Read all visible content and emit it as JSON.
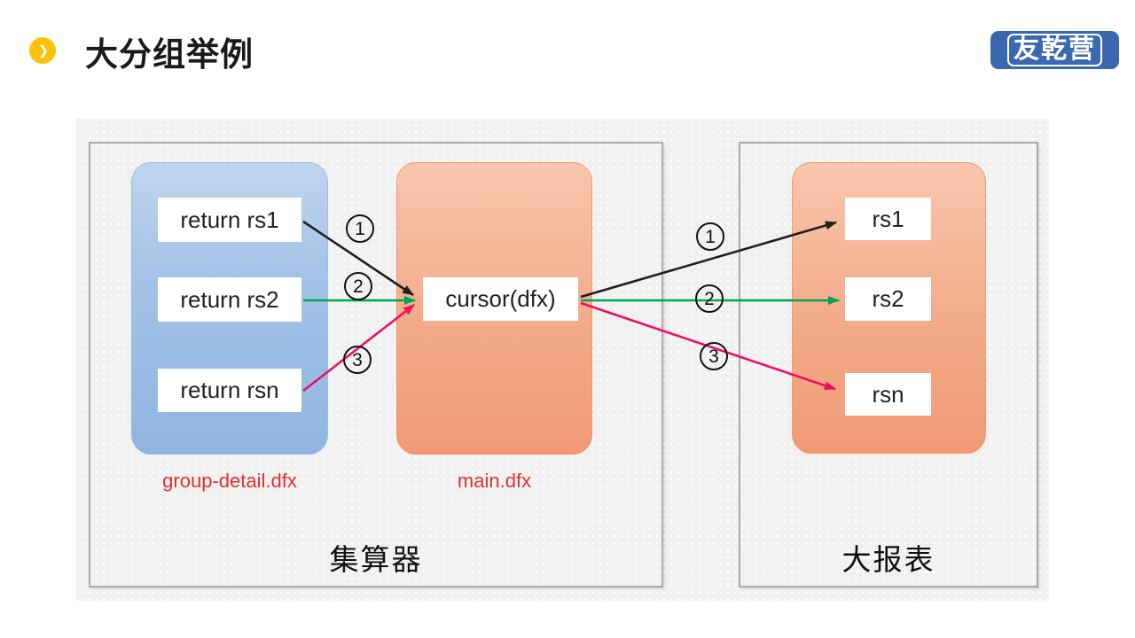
{
  "header": {
    "title": "大分组举例",
    "logo_text": "友乾营"
  },
  "icons": {
    "bullet_chevron": "❯"
  },
  "palette": {
    "accent_yellow": "#ffc107",
    "logo_blue": "#3a68b0",
    "file_label_red": "#e03030",
    "blue_block": "#9fc0e5",
    "orange_block": "#f2a987",
    "arrow_black": "#1f1f1f",
    "arrow_green": "#00a651",
    "arrow_pink": "#ee0f63"
  },
  "diagram": {
    "left_frame": {
      "caption": "集算器",
      "group_detail": {
        "file_label": "group-detail.dfx",
        "items": [
          "return rs1",
          "return rs2",
          "return rsn"
        ]
      },
      "main": {
        "file_label": "main.dfx",
        "cursor_label": "cursor(dfx)"
      }
    },
    "right_frame": {
      "caption": "大报表",
      "items": [
        "rs1",
        "rs2",
        "rsn"
      ]
    },
    "steps_left": [
      "1",
      "2",
      "3"
    ],
    "steps_right": [
      "1",
      "2",
      "3"
    ]
  }
}
